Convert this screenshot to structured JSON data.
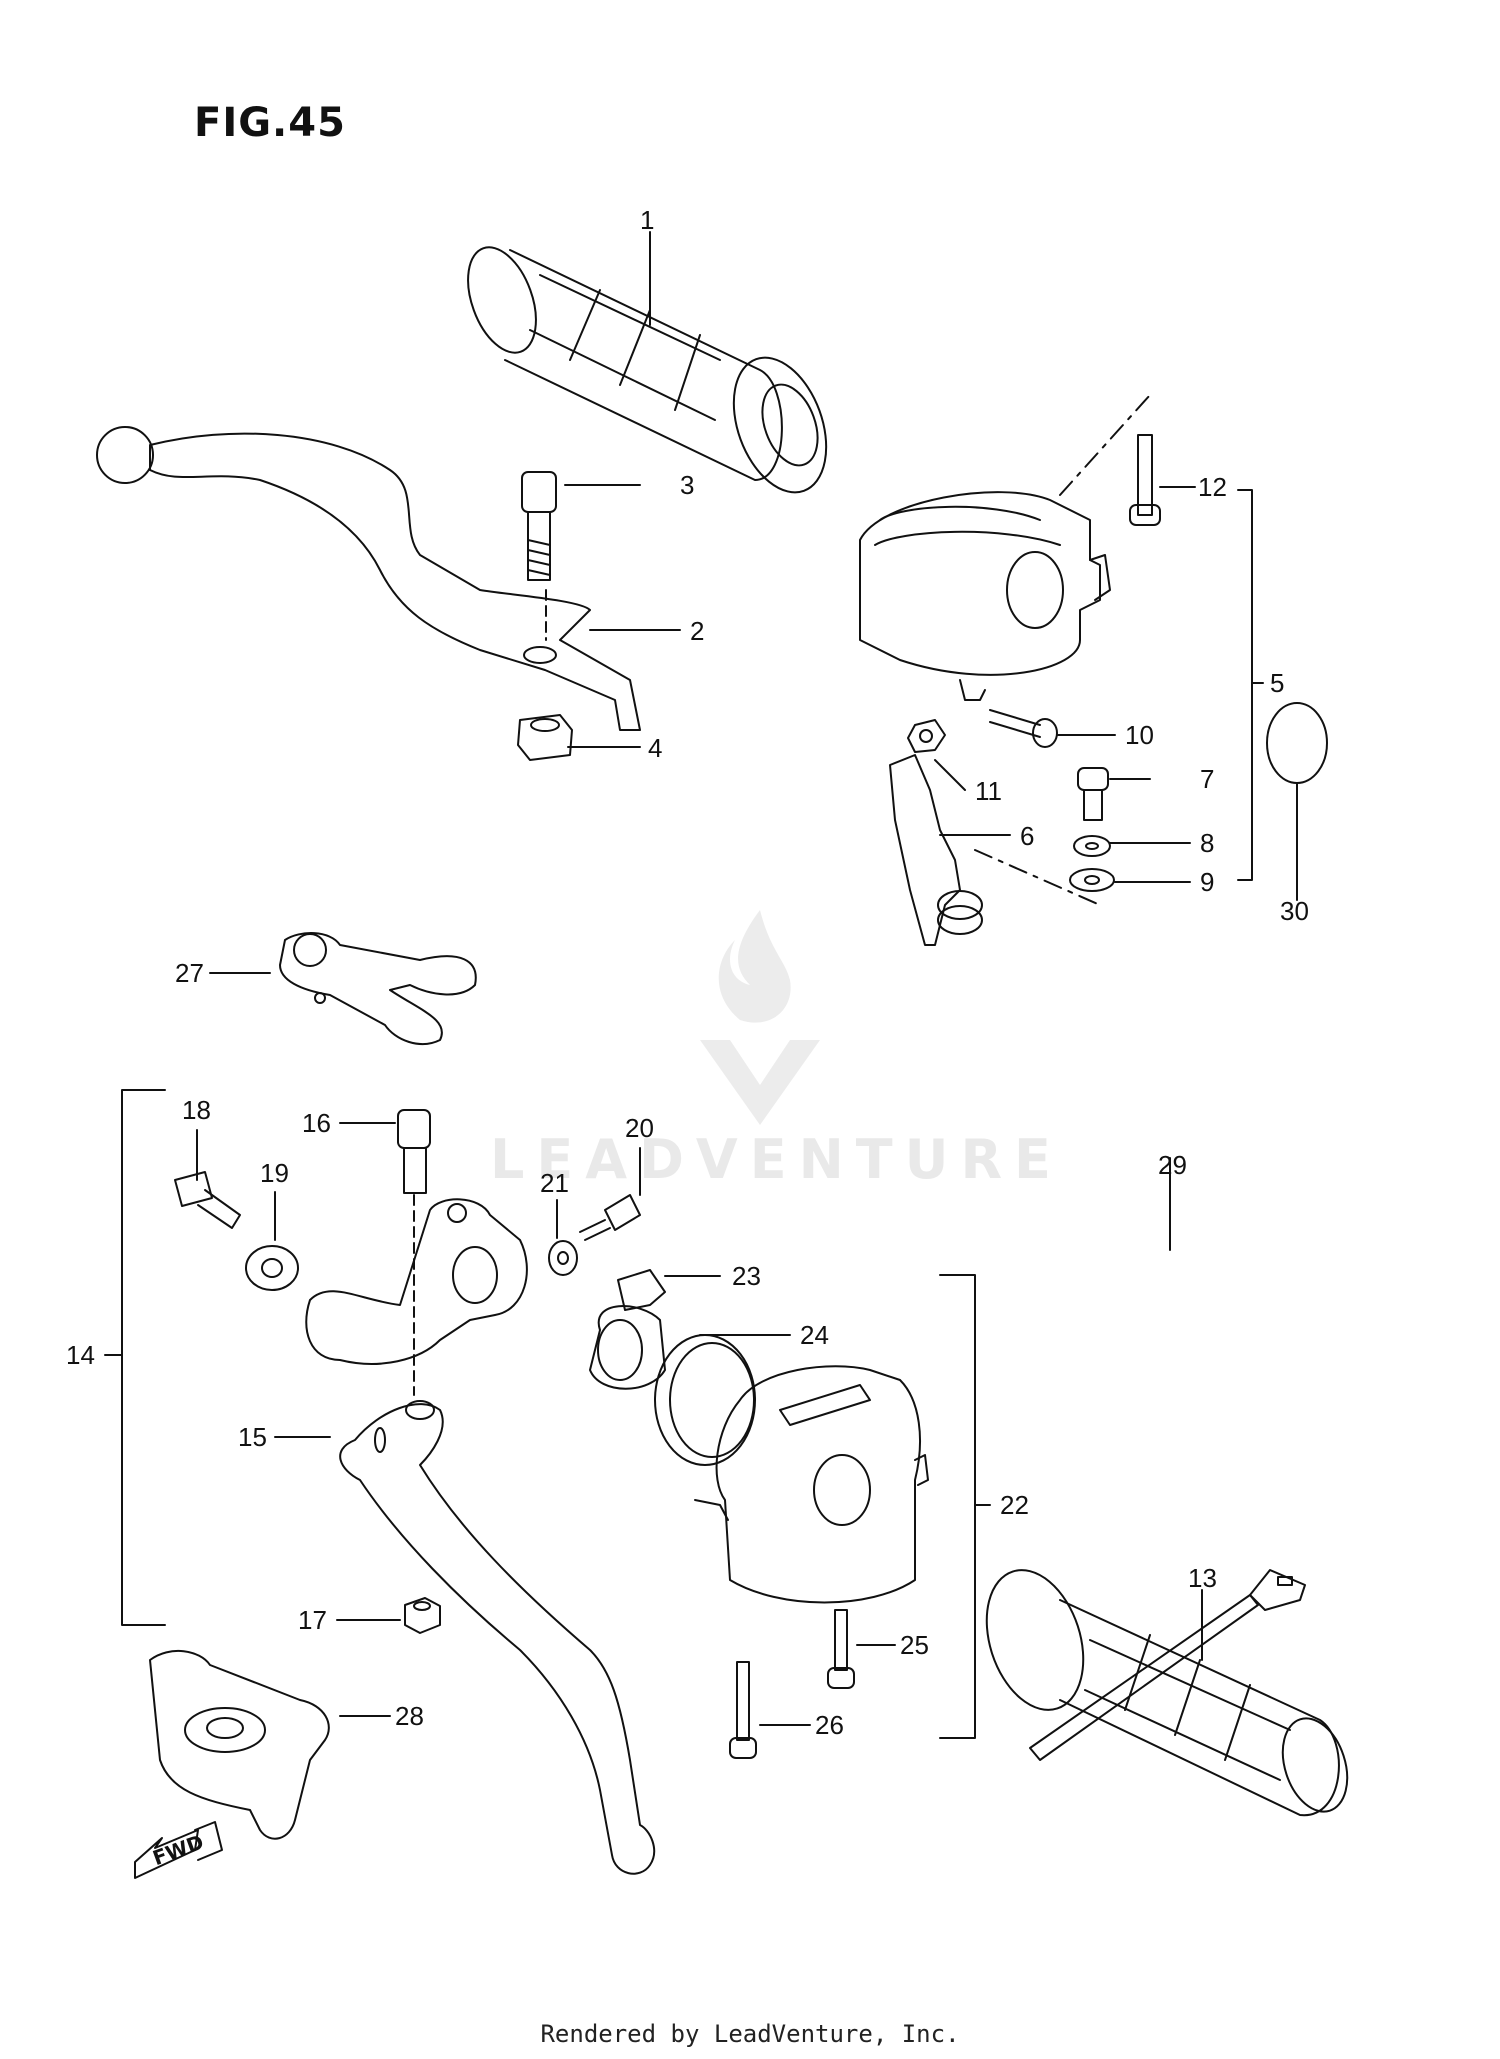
{
  "figure": {
    "title": "FIG.45"
  },
  "watermark": {
    "brand": "LEADVENTURE",
    "logo": "leadventure-flame-logo"
  },
  "fwd_arrow": {
    "label": "FWD"
  },
  "footer": {
    "text": "Rendered by LeadVenture, Inc."
  },
  "callouts": {
    "c1": "1",
    "c2": "2",
    "c3": "3",
    "c4": "4",
    "c5": "5",
    "c6": "6",
    "c7": "7",
    "c8": "8",
    "c9": "9",
    "c10": "10",
    "c11": "11",
    "c12": "12",
    "c13": "13",
    "c14": "14",
    "c15": "15",
    "c16": "16",
    "c17": "17",
    "c18": "18",
    "c19": "19",
    "c20": "20",
    "c21": "21",
    "c22": "22",
    "c23": "23",
    "c24": "24",
    "c25": "25",
    "c26": "26",
    "c27": "27",
    "c28": "28",
    "c29": "29",
    "c30": "30"
  },
  "colors": {
    "line": "#111111",
    "watermark": "#e9e9e9",
    "background": "#ffffff"
  }
}
